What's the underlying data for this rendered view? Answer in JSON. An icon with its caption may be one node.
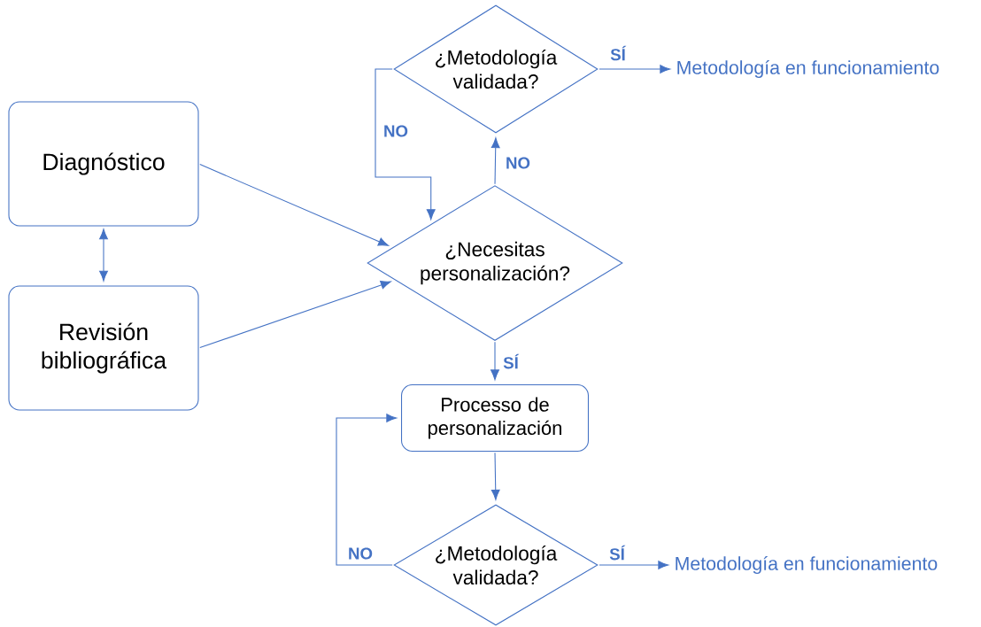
{
  "diagram": {
    "nodes": [
      {
        "text": [
          "Diagnóstico"
        ]
      },
      {
        "text": [
          "Revisión bibliográfica"
        ]
      },
      {
        "text": [
          "¿Metodología validada?"
        ]
      },
      {
        "text": [
          "Metodología en funcionamiento"
        ]
      },
      {
        "text": [
          "¿Necesitas personalización?"
        ]
      },
      {
        "text": [
          "Processo de personalización"
        ]
      },
      {
        "text": [
          "¿Metodología validada?"
        ]
      },
      {
        "text": [
          "Metodología en funcionamiento"
        ]
      }
    ],
    "edges": [
      {
        "from": 0,
        "to": 1,
        "arrow": "both"
      },
      {
        "from": 0,
        "to": 4,
        "arrow": "to"
      },
      {
        "from": 1,
        "to": 4,
        "arrow": "to"
      },
      {
        "from": 4,
        "to": 2,
        "arrow": "to",
        "label": "NO"
      },
      {
        "from": 2,
        "to": 4,
        "arrow": "to",
        "label": "NO"
      },
      {
        "from": 2,
        "to": 3,
        "arrow": "to",
        "label": "SÍ"
      },
      {
        "from": 4,
        "to": 5,
        "arrow": "to",
        "label": "SÍ"
      },
      {
        "from": 5,
        "to": 6,
        "arrow": "to"
      },
      {
        "from": 6,
        "to": 5,
        "arrow": "to",
        "label": "NO"
      },
      {
        "from": 6,
        "to": 7,
        "arrow": "to",
        "label": "SÍ"
      }
    ]
  }
}
